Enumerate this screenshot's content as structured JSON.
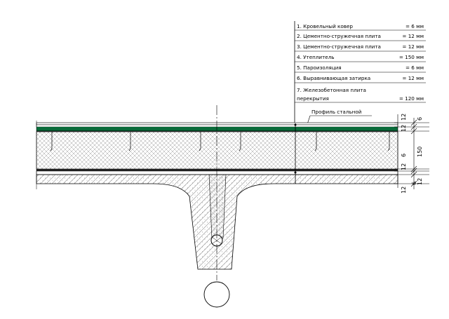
{
  "legend": {
    "rows": [
      {
        "label": "1. Кровельный ковер",
        "value": "= 6 мм"
      },
      {
        "label": "2. Цементно-стружечная плита",
        "value": "= 12 мм"
      },
      {
        "label": "3. Цементно-стружечная плита",
        "value": "= 12 мм"
      },
      {
        "label": "4. Утеплитель",
        "value": "= 150 мм"
      },
      {
        "label": "5. Пароизоляция",
        "value": "= 6 мм"
      },
      {
        "label": "6. Выравнивающая затирка",
        "value": "= 12 мм"
      }
    ],
    "last": {
      "line1": "7. Железобетонная плита",
      "line2": "перекрытия",
      "value": "= 120 мм"
    }
  },
  "callout": {
    "label": "Профиль стальной"
  },
  "dims": {
    "d1": "12",
    "d2": "6",
    "d3": "12",
    "d4": "150",
    "d5": "6",
    "d6": "12",
    "d7": "6",
    "d8": "12",
    "d9": "12"
  },
  "colors": {
    "membrane": "#0a6b3a",
    "line": "#000000",
    "hatch": "#555555"
  }
}
